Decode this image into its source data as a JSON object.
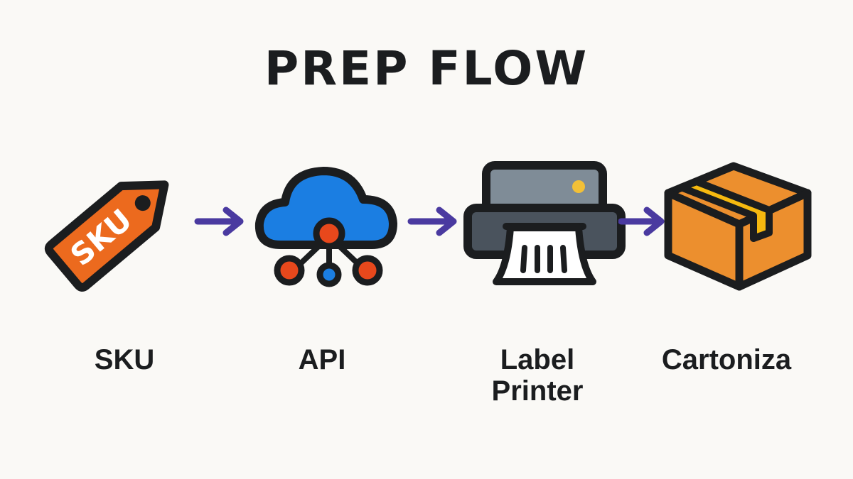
{
  "title": "PREP FLOW",
  "colors": {
    "background": "#faf9f6",
    "outline": "#1b1d1f",
    "arrow": "#4a3aa0",
    "tag_orange": "#ec6a1e",
    "cloud_blue": "#1b7ee2",
    "node_red": "#e8481c",
    "printer_top": "#7f8c97",
    "printer_body": "#4a535d",
    "printer_light": "#f2c037",
    "box_orange": "#ec8f2e",
    "tape_yellow": "#f6b90f"
  },
  "steps": [
    {
      "label": "SKU",
      "icon": "price-tag-icon",
      "icon_text": "SKU"
    },
    {
      "label": "API",
      "icon": "cloud-network-icon"
    },
    {
      "label": "Label\nPrinter",
      "label_line1": "Label",
      "label_line2": "Printer",
      "icon": "label-printer-icon"
    },
    {
      "label": "Cartoniza",
      "icon": "cardboard-box-icon"
    }
  ],
  "arrows": [
    {
      "from": "SKU",
      "to": "API",
      "icon": "arrow-right-icon"
    },
    {
      "from": "API",
      "to": "Label Printer",
      "icon": "arrow-right-icon"
    },
    {
      "from": "Label Printer",
      "to": "Cartoniza",
      "icon": "arrow-right-icon"
    }
  ]
}
